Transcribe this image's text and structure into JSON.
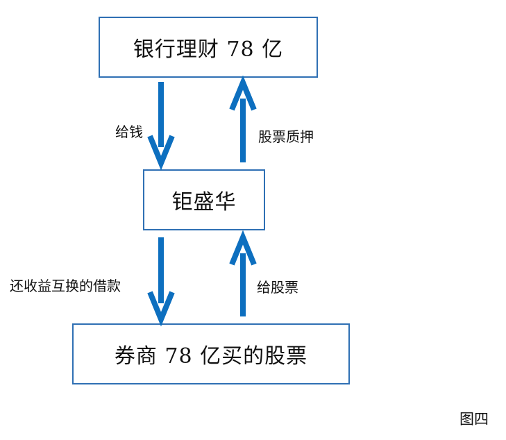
{
  "nodes": {
    "bank": "银行理财 78 亿",
    "middle": "钜盛华",
    "broker": "券商 78 亿买的股票"
  },
  "edges": {
    "give_money": "给钱",
    "share_pledge": "股票质押",
    "repay_loan": "还收益互换的借款",
    "give_shares": "给股票"
  },
  "caption": "图四",
  "colors": {
    "arrow": "#0d6fbf",
    "border": "#2f70b4"
  }
}
